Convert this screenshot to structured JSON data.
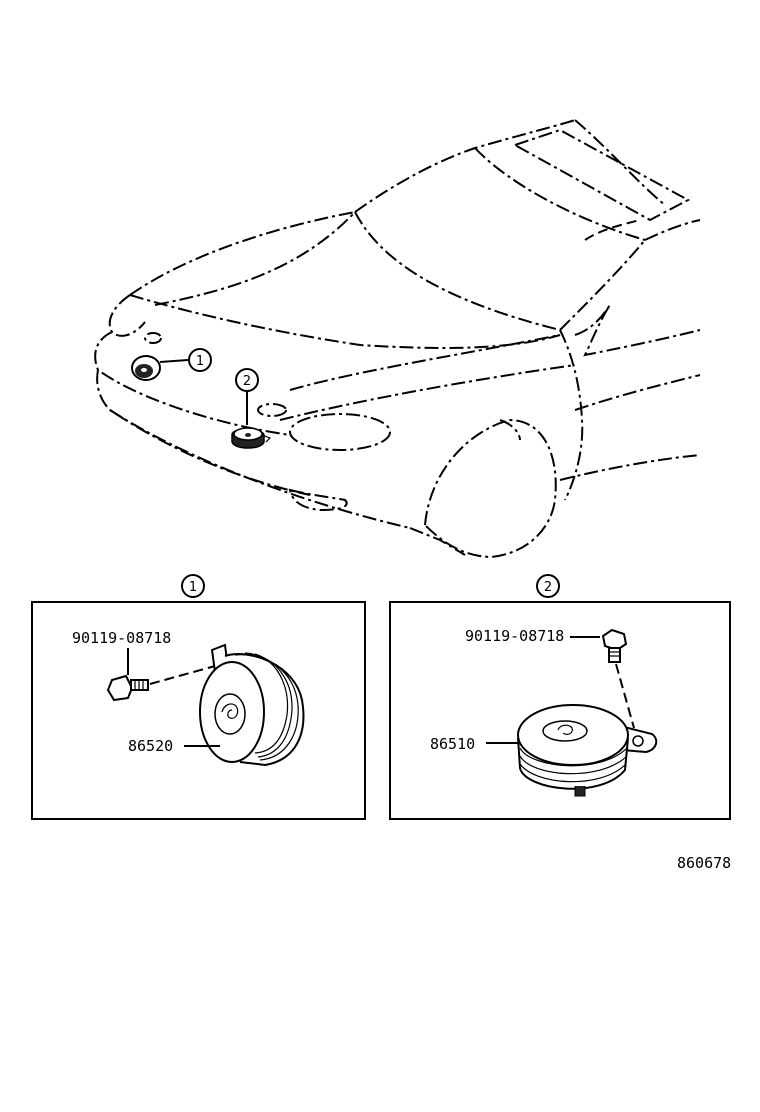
{
  "callouts": {
    "one": "1",
    "two": "2"
  },
  "panel_one": {
    "bolt_part": "90119-08718",
    "horn_part": "86520"
  },
  "panel_two": {
    "bolt_part": "90119-08718",
    "horn_part": "86510"
  },
  "diagram_code": "860678"
}
